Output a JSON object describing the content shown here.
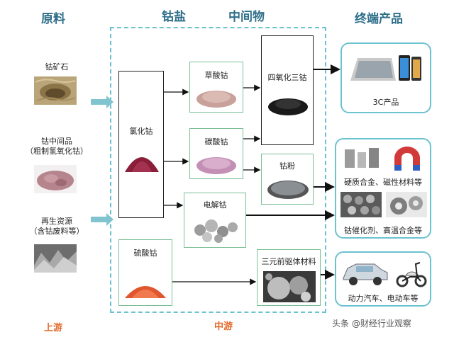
{
  "headers": {
    "raw": "原料",
    "salt": "钴盐",
    "intermediate": "中间物",
    "products": "终端产品"
  },
  "footers": {
    "upstream": "上游",
    "midstream": "中游"
  },
  "raw_materials": {
    "ore": "钴矿石",
    "intermediate_line1": "钴中间品",
    "intermediate_line2": "（粗制氢氧化钴）",
    "recycle_line1": "再生资源",
    "recycle_line2": "（含钴废料等）"
  },
  "salts": {
    "chloride": "氯化钴",
    "sulfate": "硫酸钴"
  },
  "intermediates": {
    "oxalate": "草酸钴",
    "carbonate": "碳酸钴",
    "electrolytic": "电解钴",
    "tetroxide": "四氧化三钴",
    "powder": "钴粉",
    "precursor": "三元前驱体材料"
  },
  "products": {
    "electronics": "3C产品",
    "alloy_line": "硬质合金、磁性材料等",
    "catalyst_line": "钴催化剂、高温合金等",
    "vehicles": "动力汽车、电动车等"
  },
  "watermark": "头条 @财经行业观察",
  "colors": {
    "header": "#2f6f8a",
    "footer": "#e26a2c",
    "dashed_border": "#6cc2cf",
    "box_border": "#7bbf95",
    "arrow_fill": "#7fc4cf"
  }
}
